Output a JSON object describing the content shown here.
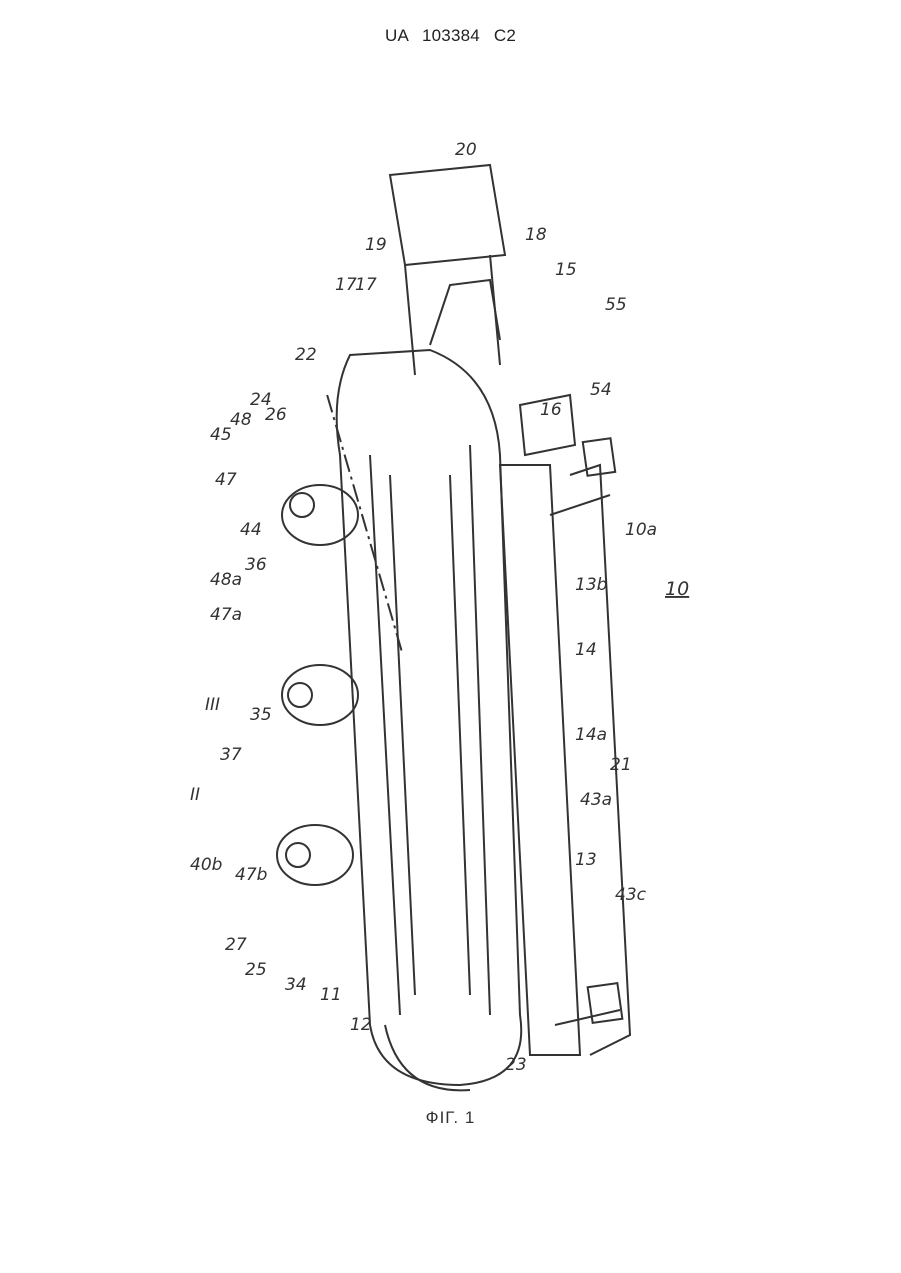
{
  "header": {
    "patent_number": "UA   103384   C2"
  },
  "figure": {
    "reference_labels": [
      "20",
      "19",
      "18",
      "15",
      "55",
      "54",
      "16",
      "17",
      "17",
      "22",
      "24",
      "26",
      "48",
      "45",
      "47",
      "44",
      "36",
      "48a",
      "47a",
      "III",
      "35",
      "37",
      "II",
      "40b",
      "47b",
      "27",
      "25",
      "34",
      "11",
      "12",
      "23",
      "13",
      "43c",
      "43a",
      "21",
      "14a",
      "14",
      "13b",
      "10a",
      "10"
    ]
  },
  "caption": {
    "text": "ФІГ. 1"
  }
}
